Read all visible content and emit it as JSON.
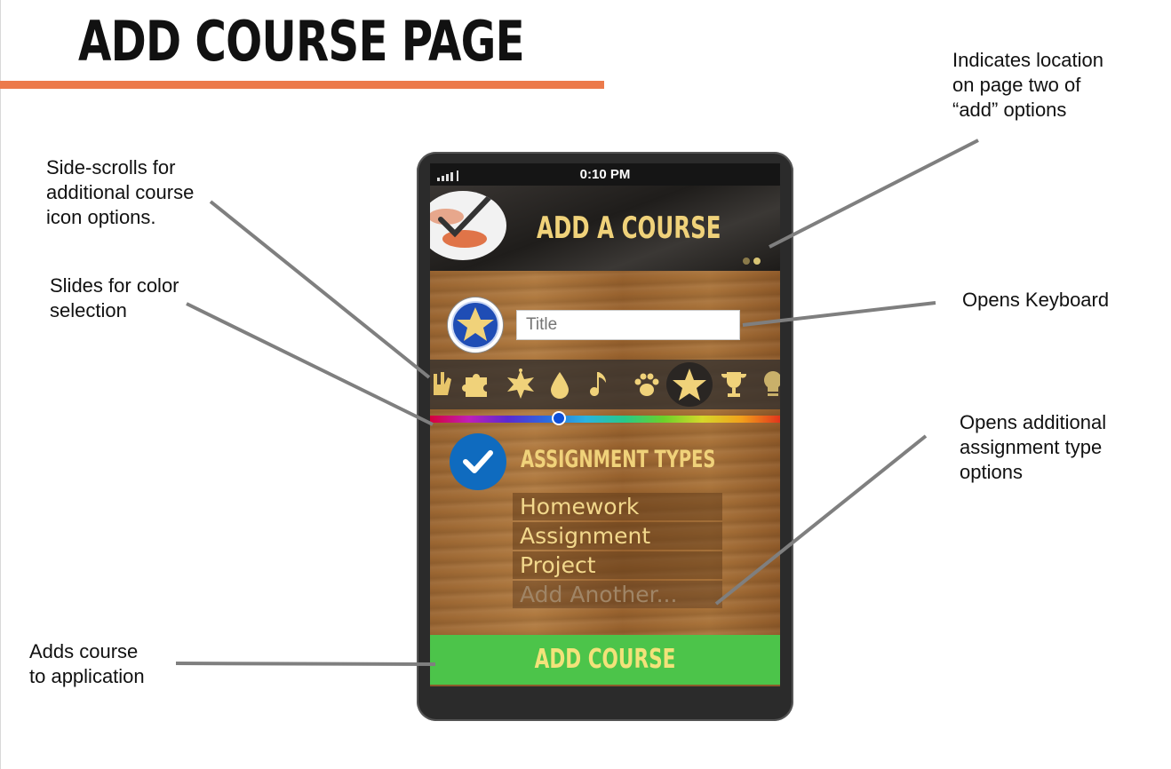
{
  "slide": {
    "title": "ADD COURSE PAGE",
    "accent_color": "#ec7a4b"
  },
  "annotations": {
    "page_indicator": [
      "Indicates location",
      "on page two of",
      "“add” options"
    ],
    "side_scroll": [
      "Side-scrolls for",
      "additional course",
      "icon options."
    ],
    "color_slide": [
      "Slides for color",
      "selection"
    ],
    "keyboard": [
      "Opens Keyboard"
    ],
    "assignment_types": [
      "Opens additional",
      "assignment type",
      "options"
    ],
    "add_course": [
      "Adds course",
      "to application"
    ]
  },
  "phone": {
    "status_time": "0:10 PM",
    "header_title": "ADD A COURSE",
    "page_dots": {
      "count": 2,
      "current": 2,
      "color": "#c9b46a"
    },
    "title_placeholder": "Title",
    "course_icon": "star-icon",
    "icon_options": [
      "hand-icon",
      "puzzle-icon",
      "sheriff-star-icon",
      "drop-icon",
      "music-note-icon",
      "paw-icon",
      "star-icon",
      "trophy-icon",
      "lightbulb-icon"
    ],
    "selected_icon": "star-icon",
    "color_slider_value": 0.37,
    "assignment_types_title": "ASSIGNMENT TYPES",
    "assignment_types": [
      "Homework",
      "Assignment",
      "Project"
    ],
    "add_another": "Add Another...",
    "add_button_label": "ADD COURSE",
    "colors": {
      "header_text": "#f0d27a",
      "button": "#4cc44a",
      "check_circle": "#0f6bbf",
      "course_circle": "#1f4db5"
    }
  }
}
